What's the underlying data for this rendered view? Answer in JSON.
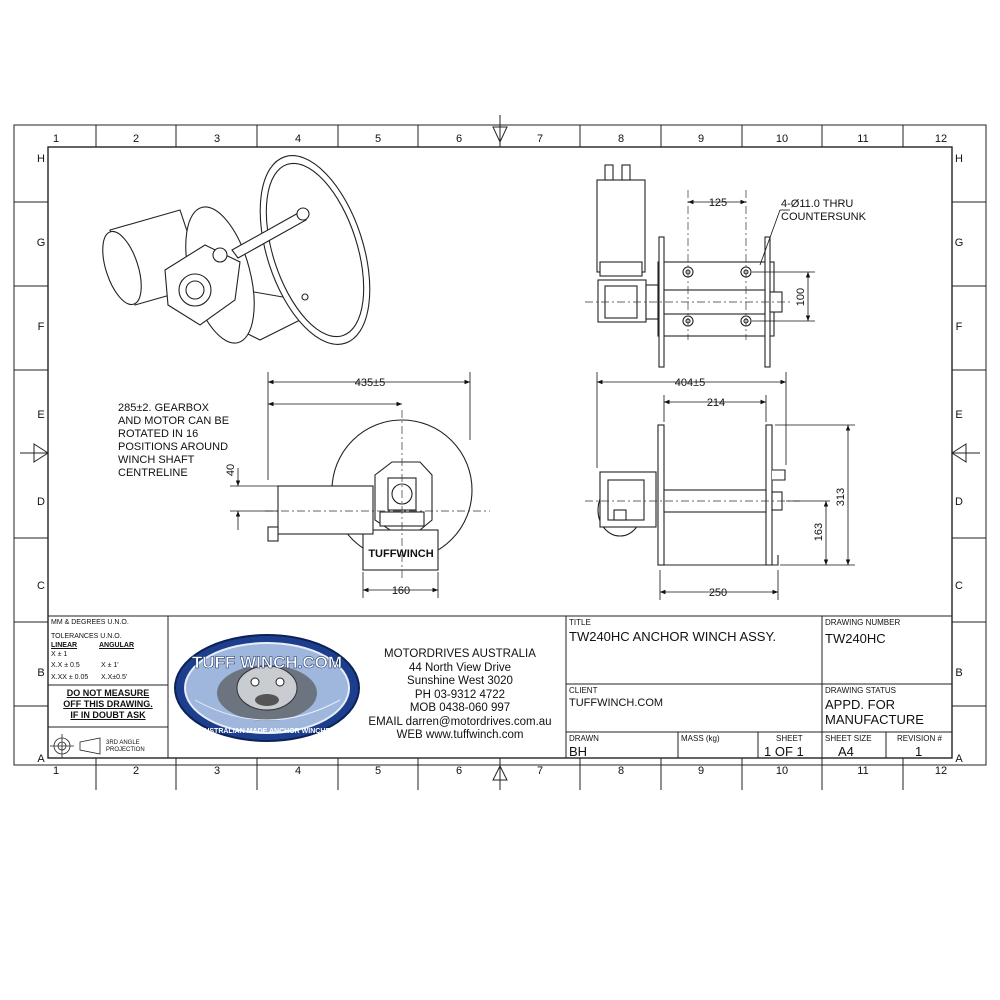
{
  "zone_columns": [
    "1",
    "2",
    "3",
    "4",
    "5",
    "6",
    "7",
    "8",
    "9",
    "10",
    "11",
    "12"
  ],
  "zone_rows": [
    "H",
    "G",
    "F",
    "E",
    "D",
    "C",
    "B",
    "A"
  ],
  "dimensions": {
    "top_width": "125",
    "holes": "4-Ø11.0 THRU",
    "holes_line2": "COUNTERSUNK",
    "top_height": "100",
    "front_overall": "435±5",
    "front_offset": "40",
    "front_base": "160",
    "side_overall": "404±5",
    "side_inner": "214",
    "side_height": "313",
    "side_sub_height": "163",
    "side_base": "250"
  },
  "note": {
    "line1": "285±2. GEARBOX",
    "line2": "AND MOTOR CAN BE",
    "line3": "ROTATED IN 16",
    "line4": "POSITIONS AROUND",
    "line5": "WINCH SHAFT",
    "line6": "CENTRELINE"
  },
  "product_mark": "TUFFWINCH",
  "tolerances": {
    "units": "MM & DEGREES U.N.O.",
    "title": "TOLERANCES U.N.O.",
    "linear_label": "LINEAR",
    "angular_label": "ANGULAR",
    "r1_lin": "X ± 1",
    "r1_ang": "",
    "r2_lin": "X.X ± 0.5",
    "r2_ang": "X ± 1'",
    "r3_lin": "X.XX ± 0.05",
    "r3_ang": "X.X±0.5'",
    "warn1": "DO NOT MEASURE",
    "warn2": "OFF THIS DRAWING.",
    "warn3": "IF IN DOUBT ASK",
    "projection1": "3RD ANGLE",
    "projection2": "PROJECTION"
  },
  "logo": {
    "top": "TUFF WINCH.COM",
    "bottom": "AUSTRALIAN MADE ANCHOR WINCHES"
  },
  "company": {
    "name": "MOTORDRIVES AUSTRALIA",
    "addr1": "44 North View Drive",
    "addr2": "Sunshine West 3020",
    "phone": "PH 03-9312 4722",
    "mob": "MOB 0438-060 997",
    "email": "EMAIL darren@motordrives.com.au",
    "web": "WEB www.tuffwinch.com"
  },
  "title_block": {
    "title_label": "TITLE",
    "title_value": "TW240HC ANCHOR WINCH ASSY.",
    "drawing_number_label": "DRAWING NUMBER",
    "drawing_number_value": "TW240HC",
    "client_label": "CLIENT",
    "client_value": "TUFFWINCH.COM",
    "status_label": "DRAWING STATUS",
    "status_value1": "APPD. FOR",
    "status_value2": "MANUFACTURE",
    "drawn_label": "DRAWN",
    "drawn_value": "BH",
    "mass_label": "MASS (kg)",
    "mass_value": "",
    "sheet_label": "SHEET",
    "sheet_value": "1  OF 1",
    "size_label": "SHEET SIZE",
    "size_value": "A4",
    "revision_label": "REVISION #",
    "revision_value": "1"
  }
}
